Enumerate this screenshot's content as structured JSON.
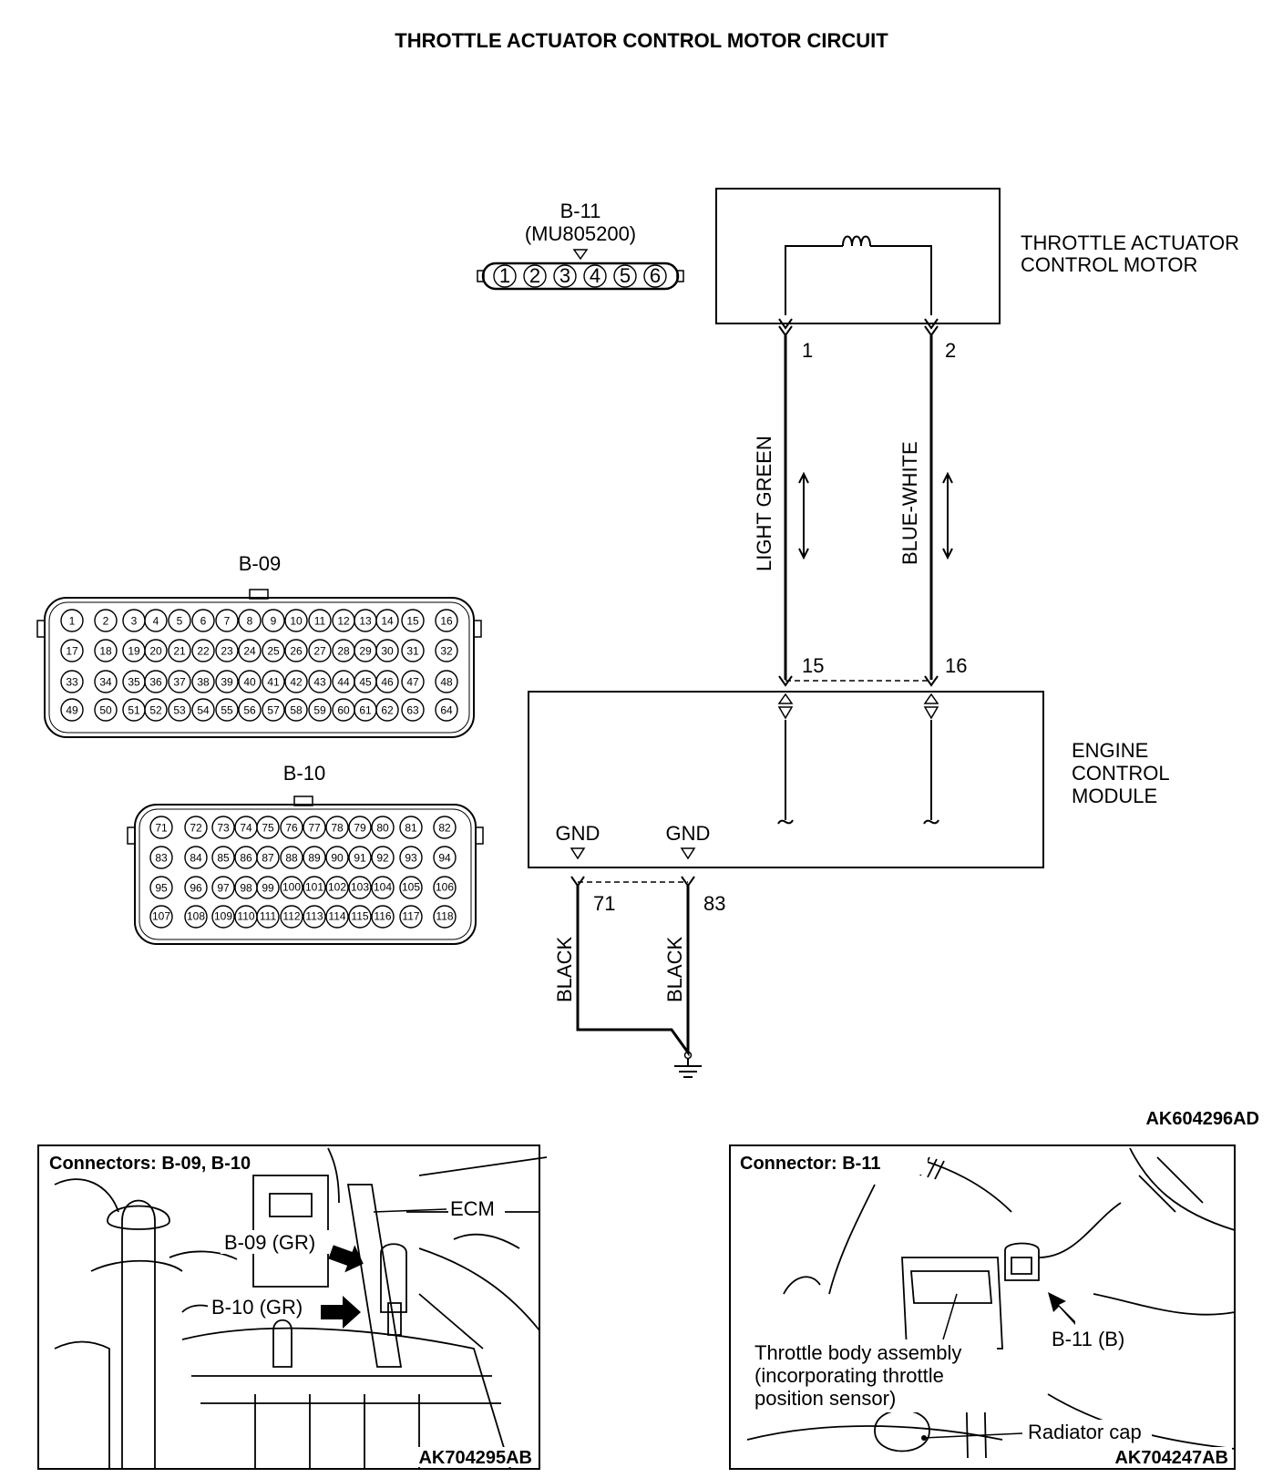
{
  "title": "THROTTLE ACTUATOR CONTROL MOTOR CIRCUIT",
  "connector_b11": {
    "name": "B-11",
    "part": "(MU805200)",
    "pins": [
      "1",
      "2",
      "3",
      "4",
      "5",
      "6"
    ]
  },
  "motor": {
    "label_line1": "THROTTLE ACTUATOR",
    "label_line2": "CONTROL MOTOR",
    "pin_a": "1",
    "pin_b": "2"
  },
  "wires": {
    "left_color": "LIGHT GREEN",
    "right_color": "BLUE-WHITE",
    "ground_left": "BLACK",
    "ground_right": "BLACK"
  },
  "ecm": {
    "label_line1": "ENGINE",
    "label_line2": "CONTROL",
    "label_line3": "MODULE",
    "pin_a": "15",
    "pin_b": "16",
    "gnd_label": "GND",
    "gnd_pin_a": "71",
    "gnd_pin_b": "83"
  },
  "connector_b09": {
    "name": "B-09",
    "rows": [
      [
        "1",
        "2",
        "3",
        "4",
        "5",
        "6",
        "7",
        "8",
        "9",
        "10",
        "11",
        "12",
        "13",
        "14",
        "15",
        "16"
      ],
      [
        "17",
        "18",
        "19",
        "20",
        "21",
        "22",
        "23",
        "24",
        "25",
        "26",
        "27",
        "28",
        "29",
        "30",
        "31",
        "32"
      ],
      [
        "33",
        "34",
        "35",
        "36",
        "37",
        "38",
        "39",
        "40",
        "41",
        "42",
        "43",
        "44",
        "45",
        "46",
        "47",
        "48"
      ],
      [
        "49",
        "50",
        "51",
        "52",
        "53",
        "54",
        "55",
        "56",
        "57",
        "58",
        "59",
        "60",
        "61",
        "62",
        "63",
        "64"
      ]
    ]
  },
  "connector_b10": {
    "name": "B-10",
    "rows": [
      [
        "71",
        "72",
        "73",
        "74",
        "75",
        "76",
        "77",
        "78",
        "79",
        "80",
        "81",
        "82"
      ],
      [
        "83",
        "84",
        "85",
        "86",
        "87",
        "88",
        "89",
        "90",
        "91",
        "92",
        "93",
        "94"
      ],
      [
        "95",
        "96",
        "97",
        "98",
        "99",
        "100",
        "101",
        "102",
        "103",
        "104",
        "105",
        "106"
      ],
      [
        "107",
        "108",
        "109",
        "110",
        "111",
        "112",
        "113",
        "114",
        "115",
        "116",
        "117",
        "118"
      ]
    ]
  },
  "diagram_code": "AK604296AD",
  "photo_left": {
    "title": "Connectors: B-09, B-10",
    "ecm_label": "ECM",
    "b09_label": "B-09 (GR)",
    "b10_label": "B-10 (GR)",
    "code": "AK704295AB"
  },
  "photo_right": {
    "title": "Connector: B-11",
    "b11_label": "B-11 (B)",
    "throttle_line1": "Throttle body assembly",
    "throttle_line2": "(incorporating throttle",
    "throttle_line3": "position sensor)",
    "radiator_label": "Radiator cap",
    "code": "AK704247AB"
  }
}
